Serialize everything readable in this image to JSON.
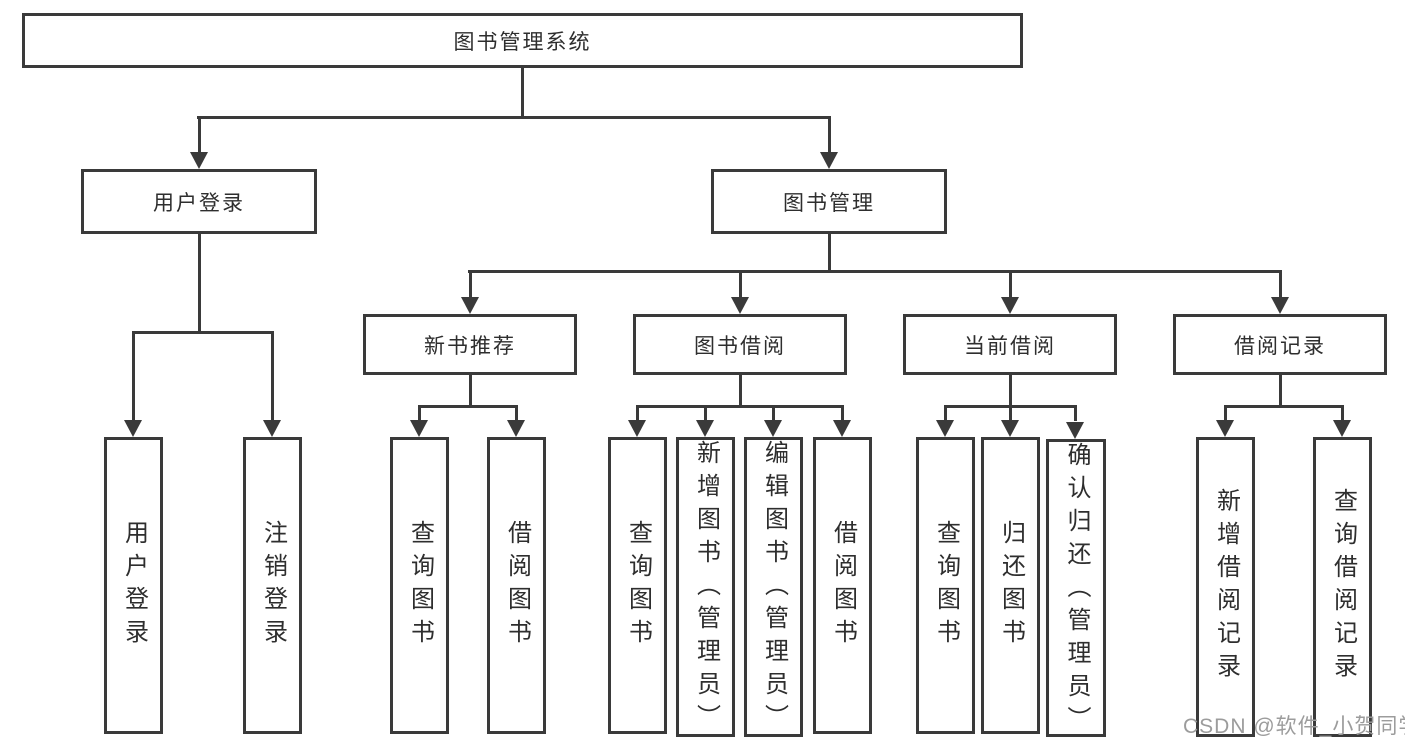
{
  "diagram_title": "图书管理系统",
  "colors": {
    "line": "#3a3a3a",
    "text": "#2e2e2e",
    "watermark": "#9c9c9c",
    "background": "#ffffff"
  },
  "tree": {
    "label": "图书管理系统",
    "children": [
      {
        "label": "用户登录",
        "children": [
          {
            "label": "用户登录"
          },
          {
            "label": "注销登录"
          }
        ]
      },
      {
        "label": "图书管理",
        "children": [
          {
            "label": "新书推荐",
            "children": [
              {
                "label": "查询图书"
              },
              {
                "label": "借阅图书"
              }
            ]
          },
          {
            "label": "图书借阅",
            "children": [
              {
                "label": "查询图书"
              },
              {
                "label": "新增图书（管理员）"
              },
              {
                "label": "编辑图书（管理员）"
              },
              {
                "label": "借阅图书"
              }
            ]
          },
          {
            "label": "当前借阅",
            "children": [
              {
                "label": "查询图书"
              },
              {
                "label": "归还图书"
              },
              {
                "label": "确认归还（管理员）"
              }
            ]
          },
          {
            "label": "借阅记录",
            "children": [
              {
                "label": "新增借阅记录"
              },
              {
                "label": "查询借阅记录"
              }
            ]
          }
        ]
      }
    ]
  },
  "watermark": {
    "text": "CSDN @软件_小贺同学"
  }
}
